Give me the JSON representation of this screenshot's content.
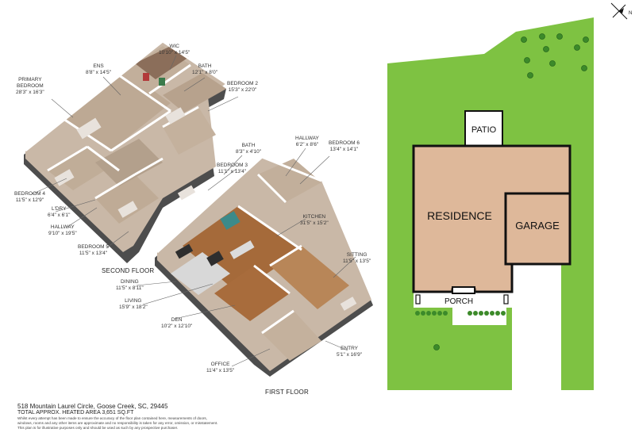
{
  "rooms": {
    "wic": {
      "name": "WIC",
      "dims": "10'10\" x 14'5\""
    },
    "ens": {
      "name": "ENS",
      "dims": "8'8\" x 14'5\""
    },
    "bath_upper": {
      "name": "BATH",
      "dims": "12'1\" x 8'0\""
    },
    "primary": {
      "name1": "PRIMARY",
      "name2": "BEDROOM",
      "dims": "28'3\" x 16'3\""
    },
    "bedroom2": {
      "name": "BEDROOM 2",
      "dims": "15'3\" x 22'0\""
    },
    "hallway_right": {
      "name": "HALLWAY",
      "dims": "6'2\" x 8'6\""
    },
    "bedroom6": {
      "name": "BEDROOM 6",
      "dims": "13'4\" x 14'1\""
    },
    "bath2": {
      "name": "BATH",
      "dims": "8'3\" x 4'10\""
    },
    "bedroom3": {
      "name": "BEDROOM 3",
      "dims": "11'1\" x 13'4\""
    },
    "bedroom4": {
      "name": "BEDROOM 4",
      "dims": "11'5\" x 12'9\""
    },
    "laundry": {
      "name": "L'DRY",
      "dims": "6'4\" x 6'1\""
    },
    "hallway_left": {
      "name": "HALLWAY",
      "dims": "9'10\" x 19'5\""
    },
    "bedroom5": {
      "name": "BEDROOM 5",
      "dims": "11'5\" x 13'4\""
    },
    "kitchen": {
      "name": "KITCHEN",
      "dims": "31'5\" x 15'2\""
    },
    "sitting": {
      "name": "SITTING",
      "dims": "11'5\" x 13'5\""
    },
    "dining": {
      "name": "DINING",
      "dims": "11'5\" x 8'11\""
    },
    "living": {
      "name": "LIVING",
      "dims": "15'9\" x 18'2\""
    },
    "den": {
      "name": "DEN",
      "dims": "10'2\" x 12'10\""
    },
    "entry": {
      "name": "ENTRY",
      "dims": "5'1\" x 16'9\""
    },
    "office": {
      "name": "OFFICE",
      "dims": "11'4\" x 13'5\""
    }
  },
  "floors": {
    "second": "SECOND FLOOR",
    "first": "FIRST FLOOR"
  },
  "site": {
    "patio": "PATIO",
    "residence": "RESIDENCE",
    "garage": "GARAGE",
    "porch": "PORCH",
    "north": "N",
    "colors": {
      "lawn": "#7ec242",
      "house": "#deb89a",
      "outline": "#111111",
      "tree": "#3c8a2a"
    }
  },
  "footer": {
    "address": "518 Mountain Laurel Circle, Goose Creek, SC, 29445",
    "area": "TOTAL APPROX. HEATED AREA 3,651 SQ.FT",
    "disclaimer1": "Whilst every attempt has been made to ensure the accuracy of the floor plan contained here, measurements of doors,",
    "disclaimer2": "windows, rooms and any other items are approximate and no responsibility is taken for any error, omission, or misstatement.",
    "disclaimer3": "This plan is for illustrative purposes only and should be used as such by any prospective purchaser."
  }
}
